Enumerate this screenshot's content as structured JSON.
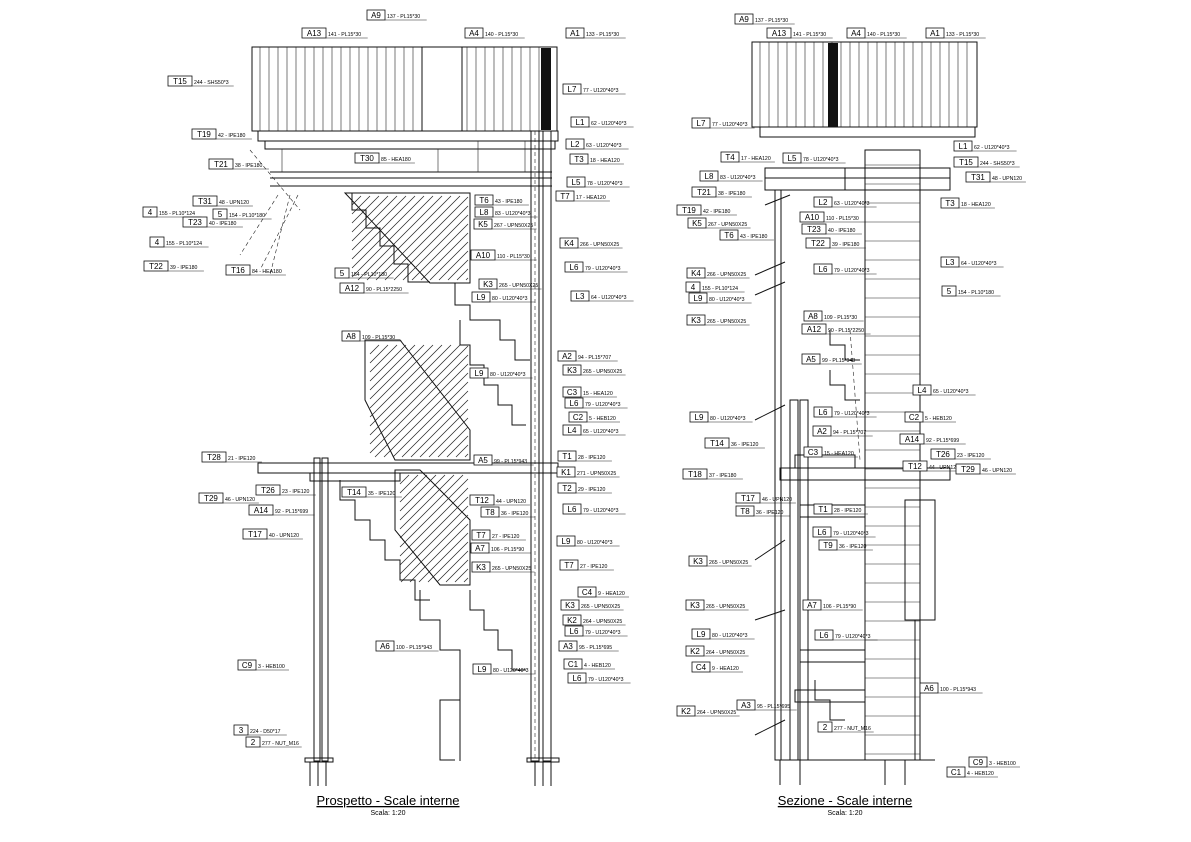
{
  "views": [
    {
      "title": "Prospetto - Scale interne",
      "scale": "Scala: 1:20"
    },
    {
      "title": "Sezione - Scale interne",
      "scale": "Scala: 1:20"
    }
  ],
  "labels_left": [
    {
      "id": "A9",
      "desc": "137 - PL15*30"
    },
    {
      "id": "A13",
      "desc": "141 - PL15*30"
    },
    {
      "id": "A4",
      "desc": "140 - PL15*30"
    },
    {
      "id": "A1",
      "desc": "133 - PL15*30"
    },
    {
      "id": "T15",
      "desc": "244 - SHS50*3"
    },
    {
      "id": "L7",
      "desc": "77 - U120*40*3"
    },
    {
      "id": "L1",
      "desc": "62 - U120*40*3"
    },
    {
      "id": "T19",
      "desc": "42 - IPE180"
    },
    {
      "id": "L2",
      "desc": "63 - U120*40*3"
    },
    {
      "id": "T21",
      "desc": "38 - IPE180"
    },
    {
      "id": "T30",
      "desc": "85 - HEA180"
    },
    {
      "id": "T3",
      "desc": "18 - HEA120"
    },
    {
      "id": "L5",
      "desc": "78 - U120*40*3"
    },
    {
      "id": "T31",
      "desc": "48 - UPN120"
    },
    {
      "id": "T7",
      "desc": "17 - HEA120"
    },
    {
      "id": "4",
      "desc": "155 - PL10*124"
    },
    {
      "id": "T6",
      "desc": "43 - IPE180"
    },
    {
      "id": "T23",
      "desc": "40 - IPE180"
    },
    {
      "id": "5",
      "desc": "154 - PL10*180"
    },
    {
      "id": "L8",
      "desc": "83 - U120*40*3"
    },
    {
      "id": "K5",
      "desc": "267 - UPN50X25"
    },
    {
      "id": "4",
      "desc": "155 - PL10*124"
    },
    {
      "id": "K4",
      "desc": "266 - UPN50X25"
    },
    {
      "id": "A10",
      "desc": "110 - PL15*30"
    },
    {
      "id": "L6",
      "desc": "79 - U120*40*3"
    },
    {
      "id": "T22",
      "desc": "39 - IPE180"
    },
    {
      "id": "T16",
      "desc": "84 - HEA180"
    },
    {
      "id": "K3",
      "desc": "265 - UPN50X25"
    },
    {
      "id": "5",
      "desc": "154 - PL10*180"
    },
    {
      "id": "A12",
      "desc": "90 - PL15*2250"
    },
    {
      "id": "L3",
      "desc": "64 - U120*40*3"
    },
    {
      "id": "L9",
      "desc": "80 - U120*40*3"
    },
    {
      "id": "A8",
      "desc": "109 - PL15*30"
    },
    {
      "id": "A2",
      "desc": "94 - PL15*707"
    },
    {
      "id": "L9",
      "desc": "80 - U120*40*3"
    },
    {
      "id": "K3",
      "desc": "265 - UPN50X25"
    },
    {
      "id": "C3",
      "desc": "15 - HEA120"
    },
    {
      "id": "L6",
      "desc": "79 - U120*40*3"
    },
    {
      "id": "C2",
      "desc": "5 - HEB120"
    },
    {
      "id": "L4",
      "desc": "65 - U120*40*3"
    },
    {
      "id": "T28",
      "desc": "21 - IPE120"
    },
    {
      "id": "A5",
      "desc": "99 - PL15*943"
    },
    {
      "id": "T1",
      "desc": "28 - IPE120"
    },
    {
      "id": "K1",
      "desc": "271 - UPN50X25"
    },
    {
      "id": "T26",
      "desc": "23 - IPE120"
    },
    {
      "id": "T14",
      "desc": "35 - IPE120"
    },
    {
      "id": "T2",
      "desc": "29 - IPE120"
    },
    {
      "id": "T29",
      "desc": "46 - UPN120"
    },
    {
      "id": "T12",
      "desc": "44 - UPN120"
    },
    {
      "id": "A14",
      "desc": "92 - PL15*699"
    },
    {
      "id": "T8",
      "desc": "36 - IPE120"
    },
    {
      "id": "L6",
      "desc": "79 - U120*40*3"
    },
    {
      "id": "T17",
      "desc": "40 - UPN120"
    },
    {
      "id": "T7",
      "desc": "27 - IPE120"
    },
    {
      "id": "L9",
      "desc": "80 - U120*40*3"
    },
    {
      "id": "A7",
      "desc": "106 - PL15*90"
    },
    {
      "id": "K3",
      "desc": "265 - UPN50X25"
    },
    {
      "id": "T7",
      "desc": "27 - IPE120"
    },
    {
      "id": "C4",
      "desc": "9 - HEA120"
    },
    {
      "id": "K3",
      "desc": "265 - UPN50X25"
    },
    {
      "id": "K2",
      "desc": "264 - UPN50X25"
    },
    {
      "id": "L6",
      "desc": "79 - U120*40*3"
    },
    {
      "id": "A6",
      "desc": "100 - PL15*943"
    },
    {
      "id": "A3",
      "desc": "95 - PL15*695"
    },
    {
      "id": "C9",
      "desc": "3 - HEB100"
    },
    {
      "id": "L9",
      "desc": "80 - U120*40*3"
    },
    {
      "id": "C1",
      "desc": "4 - HEB120"
    },
    {
      "id": "L6",
      "desc": "79 - U120*40*3"
    },
    {
      "id": "3",
      "desc": "224 - D50*17"
    },
    {
      "id": "2",
      "desc": "277 - NUT_M16"
    }
  ],
  "labels_right": [
    {
      "id": "A9",
      "desc": "137 - PL15*30"
    },
    {
      "id": "A13",
      "desc": "141 - PL15*30"
    },
    {
      "id": "A4",
      "desc": "140 - PL15*30"
    },
    {
      "id": "A1",
      "desc": "133 - PL15*30"
    },
    {
      "id": "L7",
      "desc": "77 - U120*40*3"
    },
    {
      "id": "L1",
      "desc": "62 - U120*40*3"
    },
    {
      "id": "T4",
      "desc": "17 - HEA120"
    },
    {
      "id": "L5",
      "desc": "78 - U120*40*3"
    },
    {
      "id": "T15",
      "desc": "244 - SHS50*3"
    },
    {
      "id": "L8",
      "desc": "83 - U120*40*3"
    },
    {
      "id": "T31",
      "desc": "48 - UPN120"
    },
    {
      "id": "T21",
      "desc": "38 - IPE180"
    },
    {
      "id": "L2",
      "desc": "63 - U120*40*3"
    },
    {
      "id": "T3",
      "desc": "18 - HEA120"
    },
    {
      "id": "T19",
      "desc": "42 - IPE180"
    },
    {
      "id": "A10",
      "desc": "110 - PL15*30"
    },
    {
      "id": "K5",
      "desc": "267 - UPN50X25"
    },
    {
      "id": "T23",
      "desc": "40 - IPE180"
    },
    {
      "id": "T6",
      "desc": "43 - IPE180"
    },
    {
      "id": "T22",
      "desc": "39 - IPE180"
    },
    {
      "id": "L3",
      "desc": "64 - U120*40*3"
    },
    {
      "id": "K4",
      "desc": "266 - UPN50X25"
    },
    {
      "id": "L6",
      "desc": "79 - U120*40*3"
    },
    {
      "id": "4",
      "desc": "155 - PL10*124"
    },
    {
      "id": "5",
      "desc": "154 - PL10*180"
    },
    {
      "id": "L9",
      "desc": "80 - U120*40*3"
    },
    {
      "id": "A8",
      "desc": "109 - PL15*30"
    },
    {
      "id": "K3",
      "desc": "265 - UPN50X25"
    },
    {
      "id": "A12",
      "desc": "90 - PL15*2250"
    },
    {
      "id": "A5",
      "desc": "99 - PL15*943"
    },
    {
      "id": "L4",
      "desc": "65 - U120*40*3"
    },
    {
      "id": "L6",
      "desc": "79 - U120*40*3"
    },
    {
      "id": "C2",
      "desc": "5 - HEB120"
    },
    {
      "id": "L9",
      "desc": "80 - U120*40*3"
    },
    {
      "id": "A2",
      "desc": "94 - PL15*707"
    },
    {
      "id": "A14",
      "desc": "92 - PL15*699"
    },
    {
      "id": "T14",
      "desc": "36 - IPE120"
    },
    {
      "id": "C3",
      "desc": "15 - HEA120"
    },
    {
      "id": "T26",
      "desc": "23 - IPE120"
    },
    {
      "id": "T12",
      "desc": "44 - UPN120"
    },
    {
      "id": "T29",
      "desc": "46 - UPN120"
    },
    {
      "id": "T18",
      "desc": "37 - IPE180"
    },
    {
      "id": "T17",
      "desc": "46 - UPN120"
    },
    {
      "id": "T1",
      "desc": "28 - IPE120"
    },
    {
      "id": "T8",
      "desc": "36 - IPE120"
    },
    {
      "id": "L6",
      "desc": "79 - U120*40*3"
    },
    {
      "id": "T9",
      "desc": "36 - IPE120"
    },
    {
      "id": "K3",
      "desc": "265 - UPN50X25"
    },
    {
      "id": "A7",
      "desc": "106 - PL15*90"
    },
    {
      "id": "K3",
      "desc": "265 - UPN50X25"
    },
    {
      "id": "L9",
      "desc": "80 - U120*40*3"
    },
    {
      "id": "L6",
      "desc": "79 - U120*40*3"
    },
    {
      "id": "K2",
      "desc": "264 - UPN50X25"
    },
    {
      "id": "C4",
      "desc": "9 - HEA120"
    },
    {
      "id": "A6",
      "desc": "100 - PL15*943"
    },
    {
      "id": "A3",
      "desc": "95 - PL15*695"
    },
    {
      "id": "K2",
      "desc": "264 - UPN50X25"
    },
    {
      "id": "2",
      "desc": "277 - NUT_M16"
    },
    {
      "id": "C9",
      "desc": "3 - HEB100"
    },
    {
      "id": "C1",
      "desc": "4 - HEB120"
    }
  ]
}
